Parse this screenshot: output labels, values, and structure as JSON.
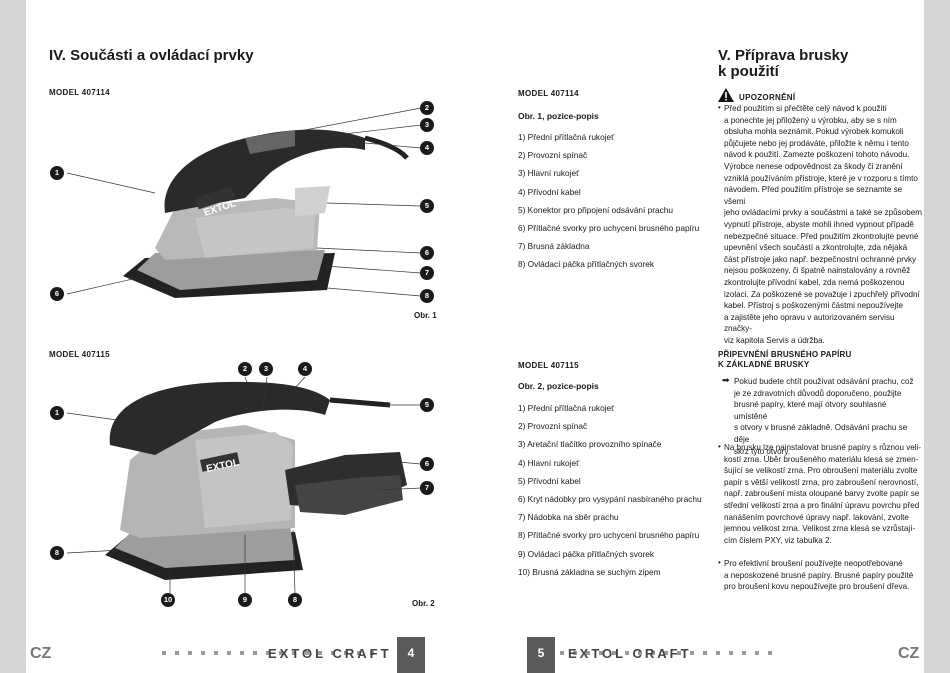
{
  "left_page": {
    "heading": "IV. Součásti a ovládací prvky",
    "model1": "MODEL 407114",
    "model2": "MODEL 407115",
    "obr1_label": "Obr. 1",
    "obr2_label": "Obr. 2",
    "list1_model": "MODEL 407114",
    "list1_title": "Obr. 1, pozice-popis",
    "list1": [
      "1) Přední přítlačná rukojeť",
      "2) Provozní spínač",
      "3) Hlavní rukojeť",
      "4) Přívodní kabel",
      "5) Konektor pro připojení odsávání prachu",
      "6) Přítlačné svorky pro uchycení brusného papíru",
      "7) Brusná základna",
      "8) Ovládací páčka přítlačných svorek"
    ],
    "list2_model": "MODEL 407115",
    "list2_title": "Obr. 2, pozice-popis",
    "list2": [
      "1) Přední přítlačná rukojeť",
      "2) Provozní spínač",
      "3) Aretační tlačítko provozního spínače",
      "4) Hlavní rukojeť",
      "5) Přívodní kabel",
      "6) Kryt nádobky pro vysypání nasbíraného prachu",
      "7) Nádobka na sběr prachu",
      "8) Přítlačné svorky pro uchycení brusného papíru",
      "9) Ovládací páčka přítlačných svorek",
      "10) Brusná základna se suchým zipem"
    ],
    "callouts1": [
      "1",
      "2",
      "3",
      "4",
      "5",
      "6",
      "7",
      "6",
      "8"
    ],
    "callouts2": [
      "1",
      "2",
      "3",
      "4",
      "5",
      "6",
      "7",
      "8",
      "10",
      "9",
      "8"
    ],
    "page_number": "4",
    "lang": "CZ",
    "brand": "EXTOL CRAFT",
    "product_logo": "EXTOL"
  },
  "right_page": {
    "heading_line1": "V. Příprava brusky",
    "heading_line2": "k použití",
    "warning_title": "UPOZORNĚNÍ",
    "warning_lines": [
      "Před použitím si přečtěte celý návod k použití",
      "a ponechte jej přiložený u výrobku, aby se s ním",
      "obsluha mohla seznámit. Pokud výrobek komukoli",
      "půjčujete nebo jej prodáváte, přiložte k němu i tento",
      "návod k použití. Zamezte poškození tohoto návodu.",
      "Výrobce nenese odpovědnost za škody či zranění",
      "vzniklá používáním přístroje, které je v rozporu s tímto",
      "návodem. Před použitím přístroje se seznamte se všemi",
      "jeho ovládacími prvky a součástmi a také se způsobem",
      "vypnutí přístroje, abyste mohli ihned vypnout případě",
      "nebezpečné situace. Před použitím zkontrolujte pevné",
      "upevnění všech součástí a zkontrolujte, zda nějaká",
      "část přístroje jako např. bezpečnostní ochranné prvky",
      "nejsou poškozeny, či špatně nainstalovány a rovněž",
      "zkontrolujte přívodní kabel, zda nemá poškozenou",
      "izolaci. Za poškozené se považuje i zpuchřelý přívodní",
      "kabel. Přístroj s poškozenými částmi nepoužívejte",
      "a zajistěte jeho opravu v autorizovaném servisu značky-",
      "viz kapitola Servis a údržba."
    ],
    "sub_heading1": "PŘIPEVNĚNÍ BRUSNÉHO PAPÍRU",
    "sub_heading2": "K ZÁKLADNÉ BRUSKY",
    "arrow_lines": [
      "Pokud budete chtít používat odsávání prachu, což",
      "je ze zdravotních důvodů doporučeno, použijte",
      "brusné papíry, které mají otvory souhlasné umístěné",
      "s otvory v brusné základně. Odsávání prachu se děje",
      "skrz tyto otvory."
    ],
    "bullet2_lines": [
      "Na brusku lze nainstalovat brusné papíry s různou veli-",
      "kostí zrna. Úběr broušeného materiálu klesá se zmen-",
      "šující se velikostí zrna. Pro obroušení materiálu zvolte",
      "papír s větší velikostí zrna, pro zabroušení nerovností,",
      "např. zabroušení místa oloupané barvy zvolte papír se",
      "střední velikostí zrna a pro finální úpravu povrchu před",
      "nanášením povrchové úpravy např. lakování, zvolte",
      "jemnou velikost zrna. Velikost zrna klesá se vzrůstají-",
      "cím číslem PXY, viz tabulka 2."
    ],
    "bullet3_lines": [
      "Pro efektivní broušení používejte neopotřebované",
      "a neposkozené brusné papíry. Brusné papíry použité",
      "pro broušení kovu nepoužívejte pro broušení dřeva."
    ],
    "page_number": "5",
    "lang": "CZ",
    "brand": "EXTOL CRAFT"
  },
  "colors": {
    "tool_dark": "#2a2a2a",
    "tool_grey": "#9a9a9a",
    "gutter": "#d6d6d6",
    "page_box": "#5a5a5a"
  }
}
